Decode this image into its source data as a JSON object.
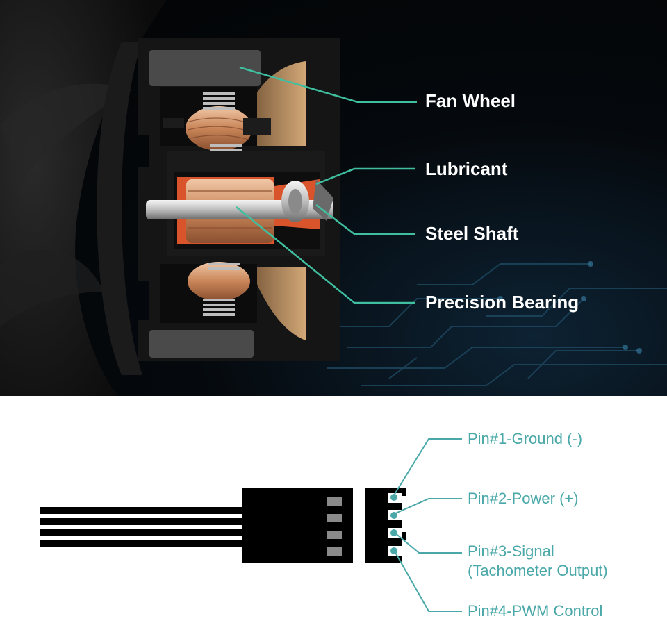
{
  "motor_callouts": [
    {
      "label": "Fan Wheel"
    },
    {
      "label": "Lubricant"
    },
    {
      "label": "Steel Shaft"
    },
    {
      "label": "Precision Bearing"
    }
  ],
  "connector_pins": [
    {
      "label": "Pin#1-Ground (-)"
    },
    {
      "label": "Pin#2-Power (+)"
    },
    {
      "label": "Pin#3-Signal",
      "label_line2": "(Tachometer Output)"
    },
    {
      "label": "Pin#4-PWM Control"
    }
  ],
  "colors": {
    "callout_line": "#3fbf9f",
    "pin_text": "#4aa8a8",
    "pin_dot": "#4aa8a8",
    "copper": "#c8875a",
    "bearing_orange": "#d9542b",
    "housing": "#151515"
  },
  "icons": {
    "wire": "wire-bundle-icon",
    "plug": "connector-plug-icon",
    "socket": "connector-socket-icon"
  }
}
